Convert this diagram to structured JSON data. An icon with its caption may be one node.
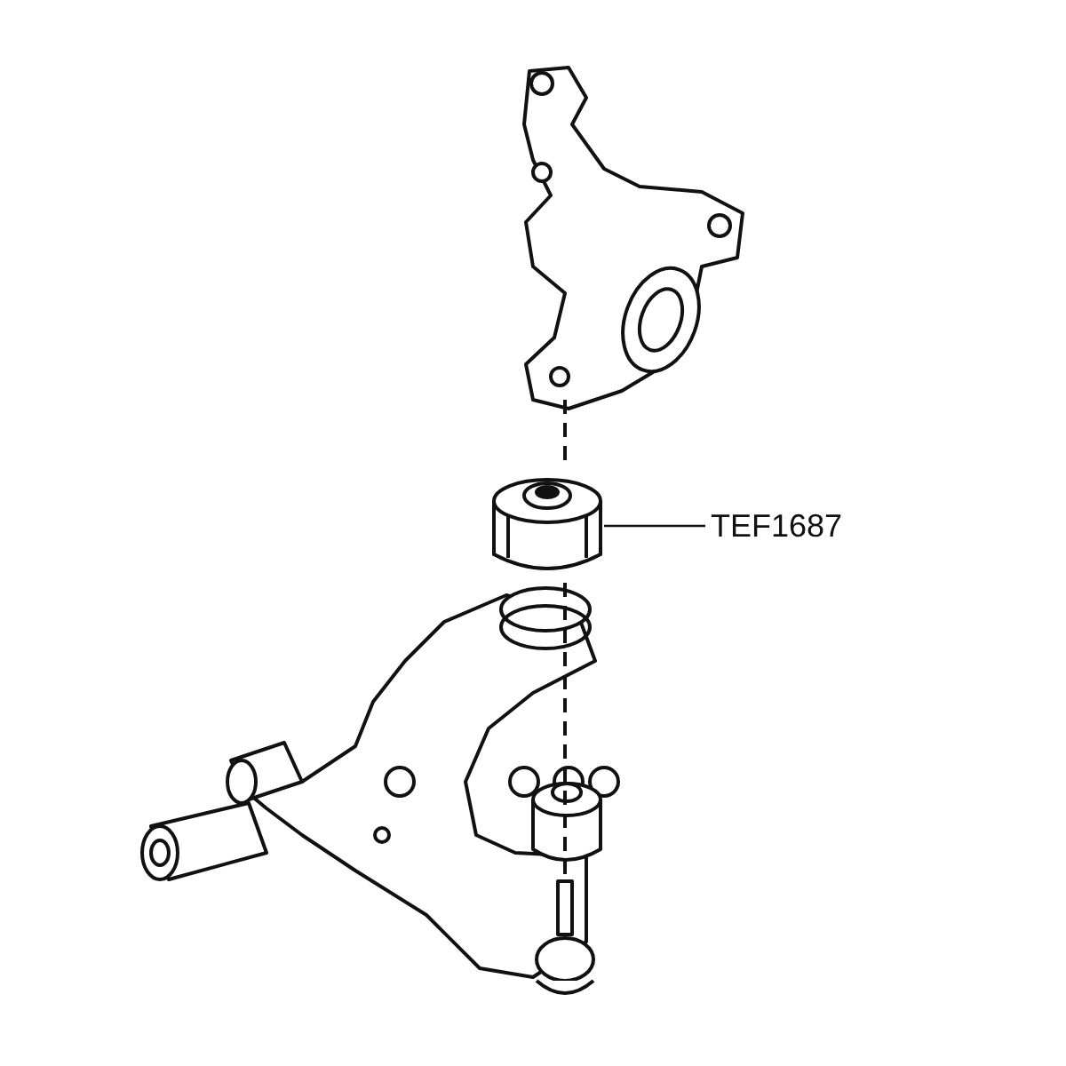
{
  "diagram": {
    "nodes": [
      {
        "text": [
          "TEF1687"
        ]
      },
      {
        "text": [],
        "shape": "picture"
      }
    ],
    "edges": [
      {
        "from": 0,
        "to": 1,
        "arrow": "none"
      }
    ]
  }
}
